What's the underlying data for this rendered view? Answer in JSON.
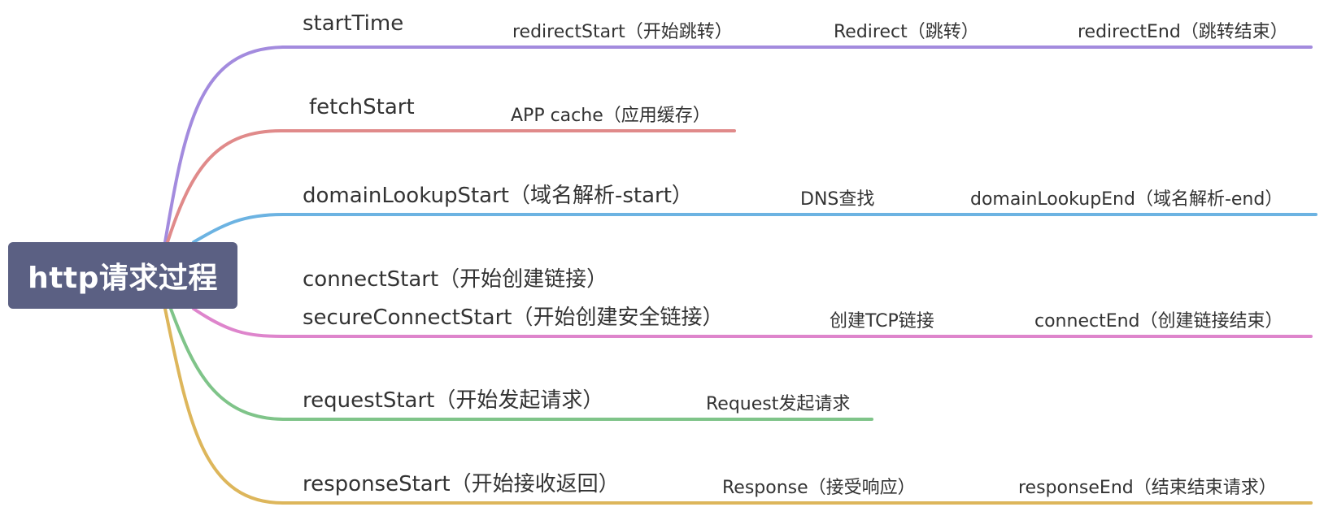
{
  "root": {
    "title": "http请求过程"
  },
  "branches": [
    {
      "color": "#a38bde",
      "main": [
        "startTime"
      ],
      "steps": [
        "redirectStart（开始跳转）",
        "Redirect（跳转）",
        "redirectEnd（跳转结束）"
      ]
    },
    {
      "color": "#e08a8a",
      "main": [
        "fetchStart"
      ],
      "steps": [
        "APP cache（应用缓存）"
      ]
    },
    {
      "color": "#6cb3e2",
      "main": [
        "domainLookupStart（域名解析-start）"
      ],
      "steps": [
        "DNS查找",
        "domainLookupEnd（域名解析-end）"
      ]
    },
    {
      "color": "#de85cc",
      "main": [
        "connectStart（开始创建链接）",
        "secureConnectStart（开始创建安全链接）"
      ],
      "steps": [
        "创建TCP链接",
        "connectEnd（创建链接结束）"
      ]
    },
    {
      "color": "#7fc489",
      "main": [
        "requestStart（开始发起请求）"
      ],
      "steps": [
        "Request发起请求"
      ]
    },
    {
      "color": "#ddb65b",
      "main": [
        "responseStart（开始接收返回）"
      ],
      "steps": [
        "Response（接受响应）",
        "responseEnd（结束结束请求）"
      ]
    }
  ]
}
